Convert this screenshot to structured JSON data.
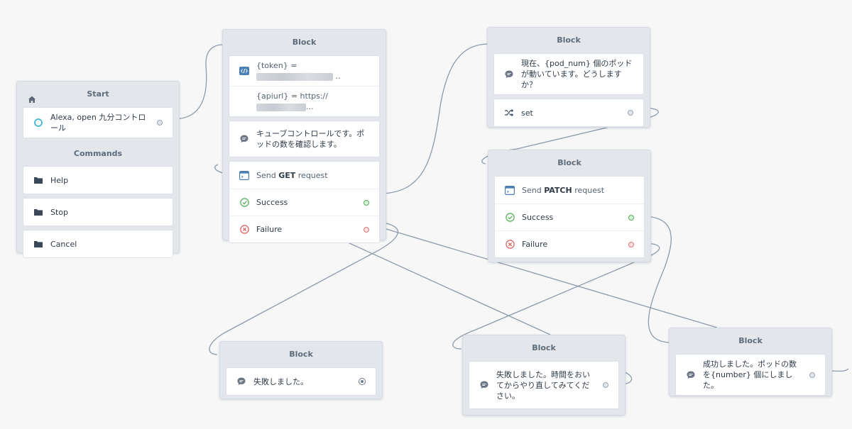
{
  "colors": {
    "canvas": "#f7f7f8",
    "node": "#e3e7ec",
    "wire": "#8c9aab",
    "success": "#4caf50",
    "failure": "#e57373",
    "api": "#4a7fb5"
  },
  "start_node": {
    "title": "Start",
    "trigger": "Alexa, open 九分コントロール",
    "commands_title": "Commands",
    "commands": [
      "Help",
      "Stop",
      "Cancel"
    ]
  },
  "block1": {
    "title": "Block",
    "token_label": "{token} =",
    "token_suffix": "..",
    "apiurl_label": "{apiurl} = https://",
    "apiurl_suffix": "...",
    "speak": "キューブコントロールです。ポッドの数を確認します。",
    "request_prefix": "Send",
    "request_method": "GET",
    "request_suffix": "request",
    "success": "Success",
    "failure": "Failure"
  },
  "block2": {
    "title": "Block",
    "speak": "現在、{pod_num} 個のポッドが動いています。どうしますか？",
    "set": "set"
  },
  "block3": {
    "title": "Block",
    "request_prefix": "Send",
    "request_method": "PATCH",
    "request_suffix": "request",
    "success": "Success",
    "failure": "Failure"
  },
  "block4": {
    "title": "Block",
    "speak": "失敗しました。"
  },
  "block5": {
    "title": "Block",
    "speak": "失敗しました。時間をおいてからやり直してみてください。"
  },
  "block6": {
    "title": "Block",
    "speak": "成功しました。ポッドの数を{number} 個にしました。"
  }
}
